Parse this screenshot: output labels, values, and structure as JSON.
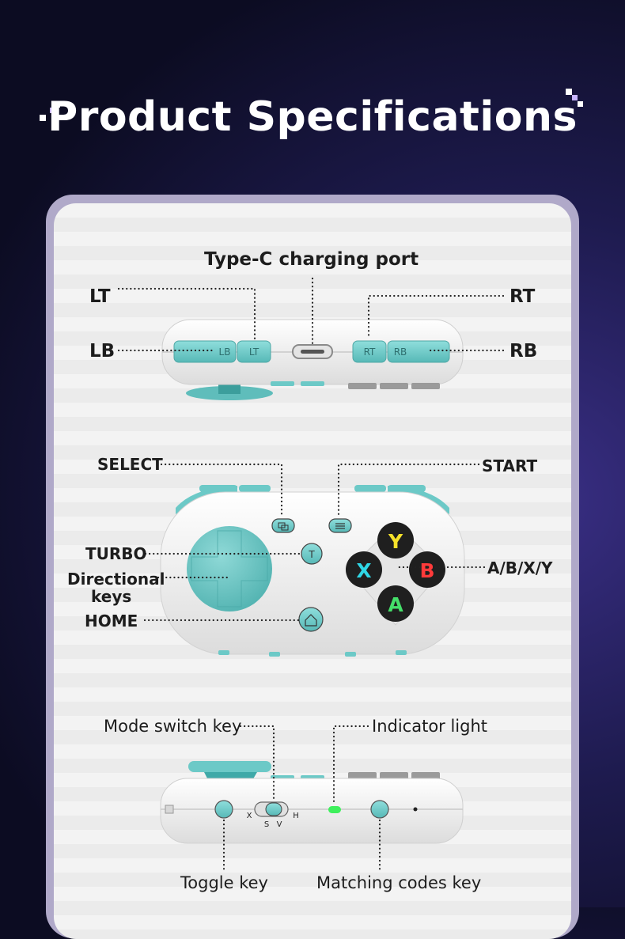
{
  "header": {
    "title": "Product Specifications"
  },
  "top_view": {
    "port_label": "Type-C charging port",
    "lt_label": "LT",
    "rt_label": "RT",
    "lb_label": "LB",
    "rb_label": "RB",
    "buttons": {
      "lb": "LB",
      "lt": "LT",
      "rt": "RT",
      "rb": "RB"
    }
  },
  "front_view": {
    "select_label": "SELECT",
    "start_label": "START",
    "turbo_label": "TURBO",
    "dpad_label_line1": "Directional",
    "dpad_label_line2": "keys",
    "home_label": "HOME",
    "abxy_label": "A/B/X/Y",
    "buttons": {
      "y": "Y",
      "x": "X",
      "b": "B",
      "a": "A",
      "turbo": "T"
    }
  },
  "bottom_view": {
    "mode_switch_label": "Mode switch key",
    "indicator_label": "Indicator light",
    "toggle_label": "Toggle key",
    "matching_label": "Matching codes key",
    "switch_marks": {
      "x": "X",
      "s": "S",
      "v": "V",
      "h": "H"
    }
  },
  "colors": {
    "teal": "#6cc9c7",
    "dark_teal": "#3fa9a8",
    "y_button": "#f5e12a",
    "x_button": "#2fd7e6",
    "b_button": "#ff3a3a",
    "a_button": "#45e06a",
    "indicator": "#3ef05c"
  }
}
